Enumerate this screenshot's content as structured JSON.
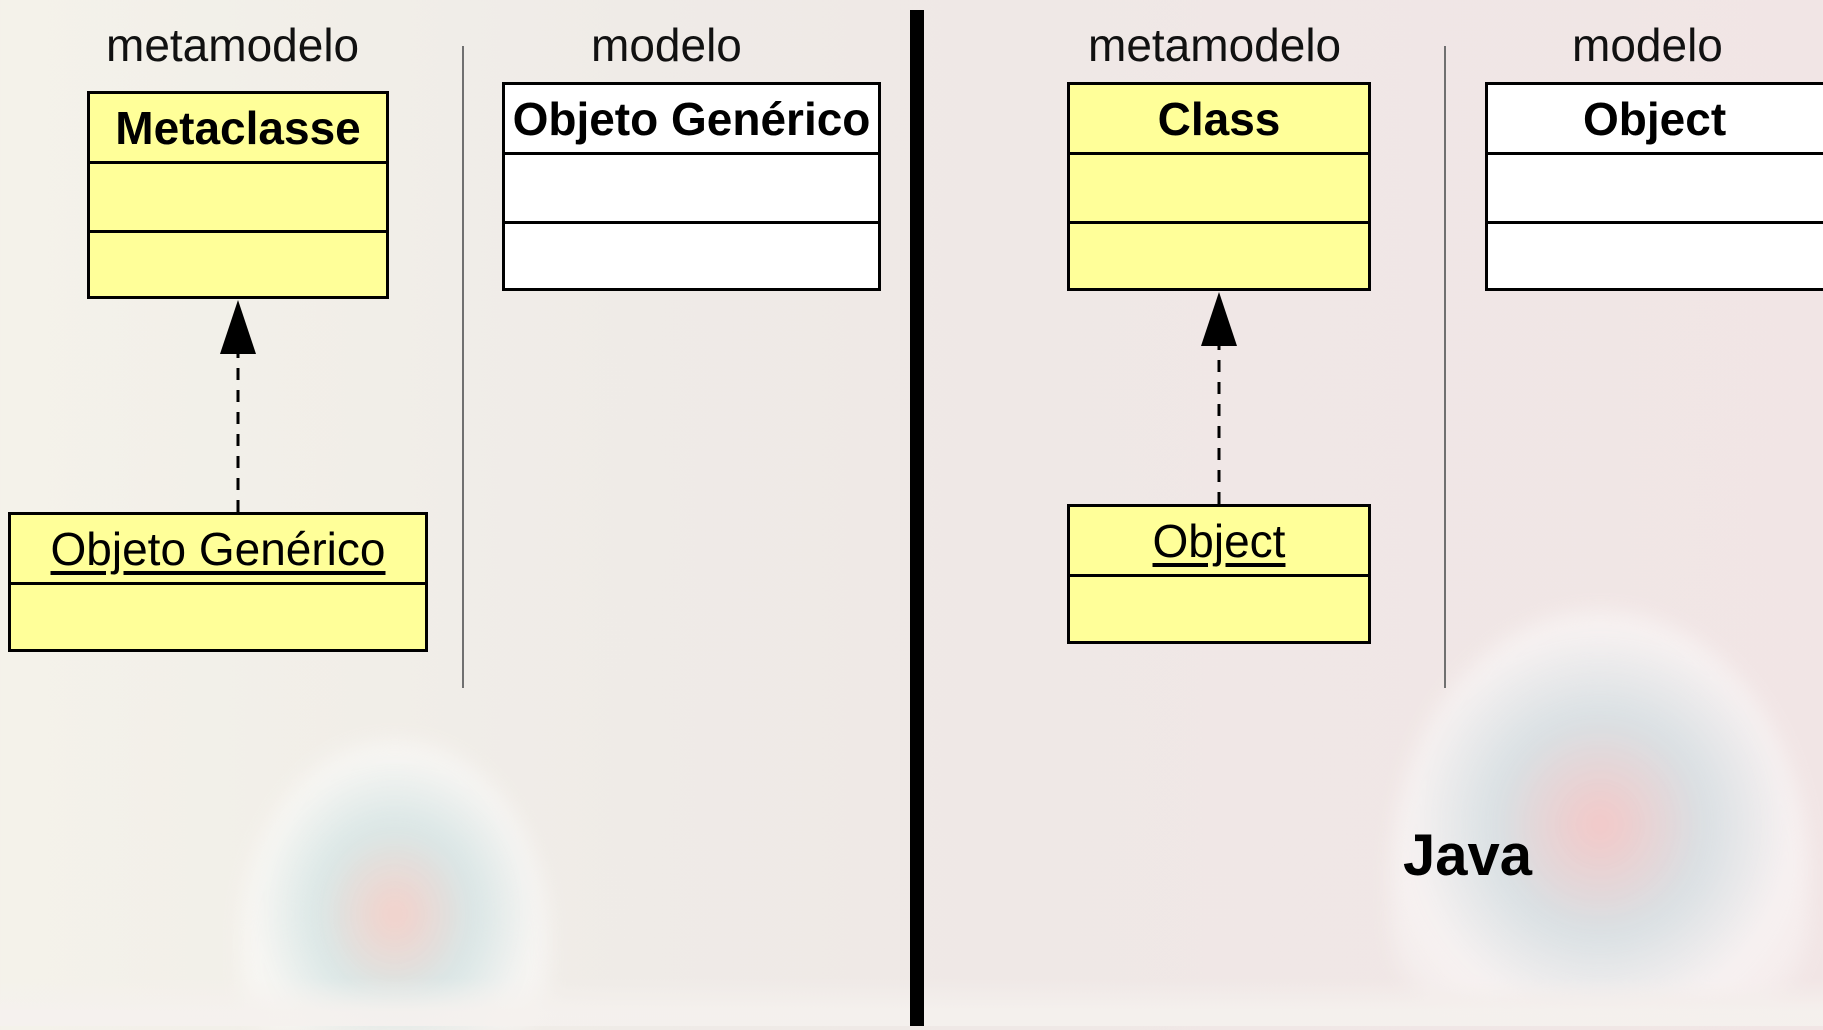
{
  "left_panel": {
    "metamodel_heading": "metamodelo",
    "model_heading": "modelo",
    "metaclass_box": {
      "name": "Metaclasse"
    },
    "model_class_box": {
      "name": "Objeto Genérico"
    },
    "instance_box": {
      "name": "Objeto Genérico"
    }
  },
  "right_panel": {
    "metamodel_heading": "metamodelo",
    "model_heading": "modelo",
    "metaclass_box": {
      "name": "Class"
    },
    "model_class_box": {
      "name": "Object"
    },
    "instance_box": {
      "name": "Object"
    },
    "language_label": "Java"
  },
  "colors": {
    "meta_fill": "#ffff99",
    "model_fill": "#ffffff",
    "line": "#000000"
  }
}
